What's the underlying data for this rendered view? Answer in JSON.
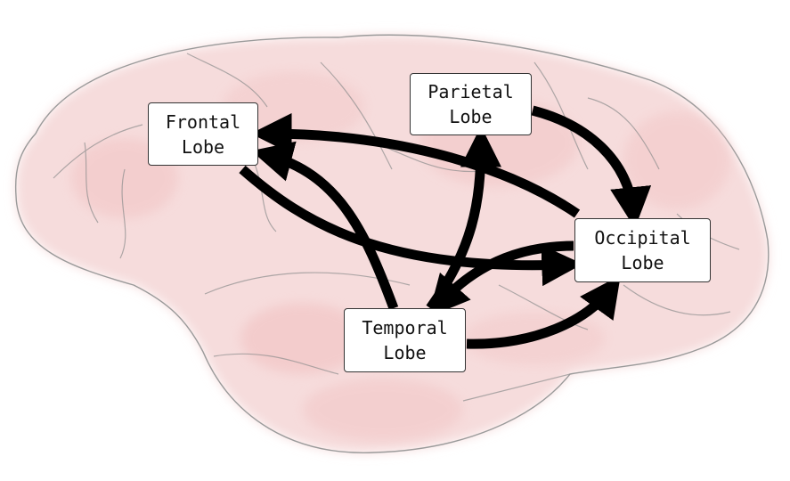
{
  "diagram": {
    "nodes": {
      "frontal": {
        "line1": "Frontal",
        "line2": "Lobe"
      },
      "parietal": {
        "line1": "Parietal",
        "line2": "Lobe"
      },
      "occipital": {
        "line1": "Occipital",
        "line2": "Lobe"
      },
      "temporal": {
        "line1": "Temporal",
        "line2": "Lobe"
      }
    },
    "edges": [
      {
        "from": "occipital",
        "to": "frontal"
      },
      {
        "from": "frontal",
        "to": "occipital"
      },
      {
        "from": "temporal",
        "to": "frontal"
      },
      {
        "from": "temporal",
        "to": "parietal"
      },
      {
        "from": "parietal",
        "to": "occipital"
      },
      {
        "from": "occipital",
        "to": "temporal"
      },
      {
        "from": "temporal",
        "to": "occipital"
      }
    ],
    "colors": {
      "brain_fill": "#f6dcdc",
      "brain_outline": "#9a9a9a",
      "arrow": "#000000",
      "node_border": "#333333"
    }
  }
}
